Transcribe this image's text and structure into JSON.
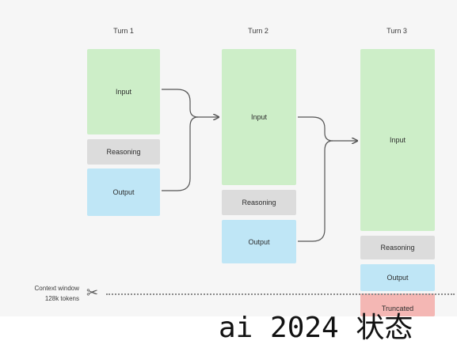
{
  "columns": [
    {
      "title": "Turn 1",
      "input": "Input",
      "reasoning": "Reasoning",
      "output": "Output"
    },
    {
      "title": "Turn 2",
      "input": "Input",
      "reasoning": "Reasoning",
      "output": "Output"
    },
    {
      "title": "Turn 3",
      "input": "Input",
      "reasoning": "Reasoning",
      "output": "Output",
      "truncated": "Truncated"
    }
  ],
  "context_window": {
    "label": "Context window",
    "tokens": "128k tokens"
  },
  "watermark": "ai 2024 状态",
  "colors": {
    "input": "#cdeec8",
    "reasoning": "#dcdcdc",
    "output": "#bfe6f6",
    "truncated": "#f4b7b4"
  }
}
